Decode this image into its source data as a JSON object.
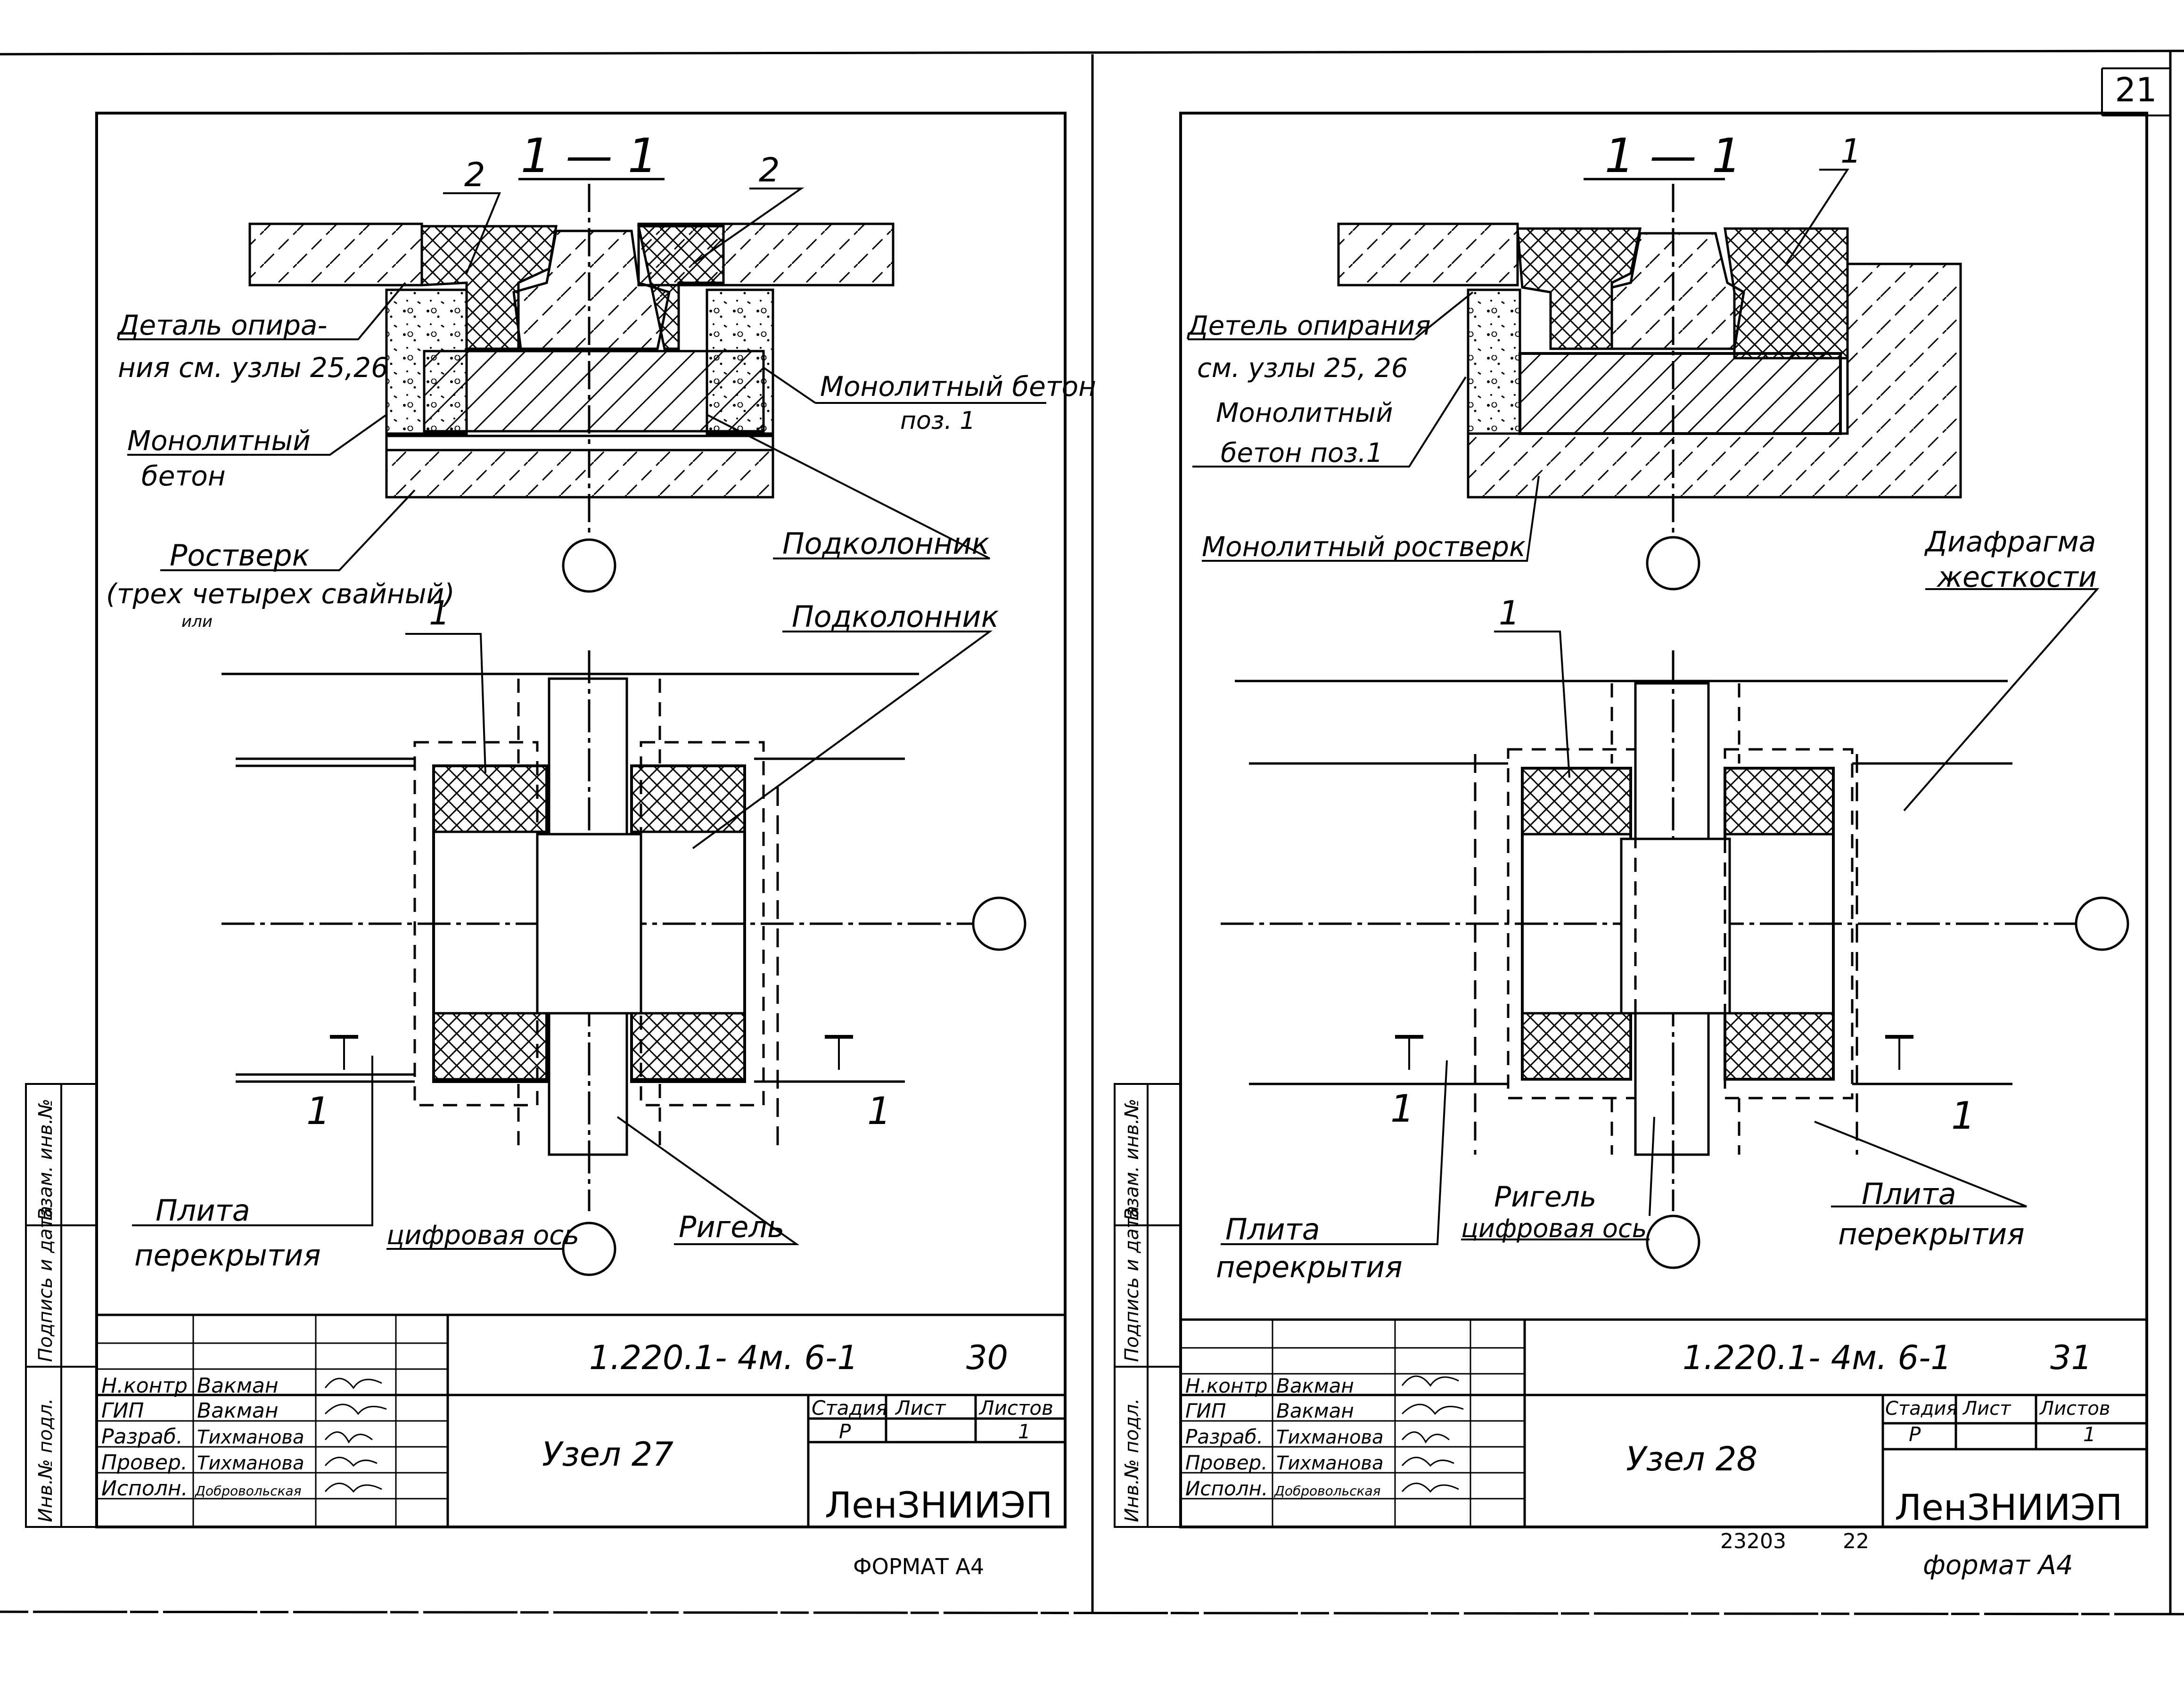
{
  "page_number": "21",
  "left": {
    "section": "1 — 1",
    "callouts": {
      "n2": "2",
      "n1": "1",
      "cut": "1"
    },
    "labels": {
      "detail_1": "Деталь опира-",
      "detail_2": "ния см. узлы 25,26",
      "mono_1": "Монолитный",
      "mono_2": "бетон",
      "mono_pos_1": "Монолитный бетон",
      "mono_pos_2": "поз. 1",
      "rostverk": "Ростверк",
      "rostverk_2": "(трех четырех свайный)",
      "ili": "или",
      "podkolonnik_1": "Подколонник",
      "podkolonnik_2": "Подколонник",
      "plita_1": "Плита",
      "plita_2": "перекрытия",
      "axis": "цифровая ось",
      "rigel": "Ригель"
    },
    "stamp": {
      "code": "1.220.1- 4м. 6-1",
      "sheet_no": "30",
      "title": "Узел 27",
      "stage_h": "Стадия",
      "list_h": "Лист",
      "lists_h": "Листов",
      "stage": "Р",
      "lists": "1",
      "org": "ЛенЗНИИЭП",
      "roles": [
        "Н.контр",
        "ГИП",
        "Разраб.",
        "Провер.",
        "Исполн."
      ],
      "names": [
        "Вакман",
        "Вакман",
        "Тихманова",
        "Тихманова",
        "Добровольская"
      ]
    },
    "format": "ФОРМАТ А4"
  },
  "right": {
    "section": "1 — 1",
    "callouts": {
      "n1": "1",
      "cut": "1"
    },
    "labels": {
      "detail_1": "Детель опирания",
      "detail_2": "см. узлы 25, 26",
      "mono_1": "Монолитный",
      "mono_2": "бетон поз.1",
      "rostverk": "Монолитный ростверк",
      "diafragma_1": "Диафрагма",
      "diafragma_2": "жесткости",
      "rigel": "Ригель",
      "axis": "цифровая ось",
      "plita_l1": "Плита",
      "plita_l2": "перекрытия",
      "plita_r1": "Плита",
      "plita_r2": "перекрытия"
    },
    "stamp": {
      "code": "1.220.1- 4м. 6-1",
      "sheet_no": "31",
      "title": "Узел 28",
      "stage_h": "Стадия",
      "list_h": "Лист",
      "lists_h": "Листов",
      "stage": "Р",
      "lists": "1",
      "org": "ЛенЗНИИЭП",
      "roles": [
        "Н.контр",
        "ГИП",
        "Разраб.",
        "Провер.",
        "Исполн."
      ],
      "names": [
        "Вакман",
        "Вакман",
        "Тихманова",
        "Тихманова",
        "Добровольская"
      ]
    },
    "order_no": "23203",
    "order_no_2": "22",
    "format": "формат А4"
  },
  "side_strip": {
    "vzam": "Взам. инв.№",
    "podpis": "Подпись и дата",
    "inv": "Инв.№ подл."
  }
}
